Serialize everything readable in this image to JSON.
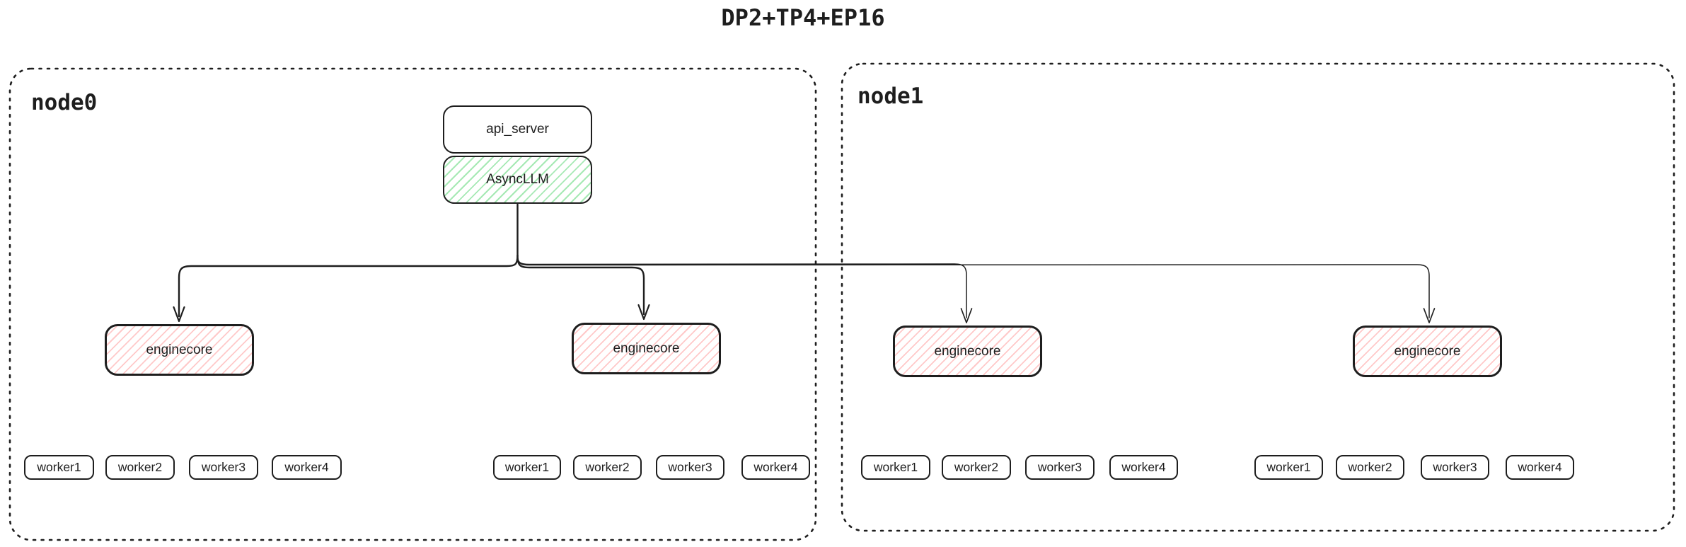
{
  "title": "DP2+TP4+EP16",
  "colors": {
    "stroke": "#1e1e1e",
    "hatch-green": "#a6e9b4",
    "hatch-red": "#ffc9c9",
    "canvas-bg": "#ffffff"
  },
  "node0": {
    "label": "node0",
    "api_server_label": "api_server",
    "asyncllm_label": "AsyncLLM",
    "enginecores": [
      "enginecore",
      "enginecore"
    ],
    "worker_groups": [
      {
        "workers": [
          "worker1",
          "worker2",
          "worker3",
          "worker4"
        ]
      },
      {
        "workers": [
          "worker1",
          "worker2",
          "worker3",
          "worker4"
        ]
      }
    ]
  },
  "node1": {
    "label": "node1",
    "enginecores": [
      "enginecore",
      "enginecore"
    ],
    "worker_groups": [
      {
        "workers": [
          "worker1",
          "worker2",
          "worker3",
          "worker4"
        ]
      },
      {
        "workers": [
          "worker1",
          "worker2",
          "worker3",
          "worker4"
        ]
      }
    ]
  }
}
